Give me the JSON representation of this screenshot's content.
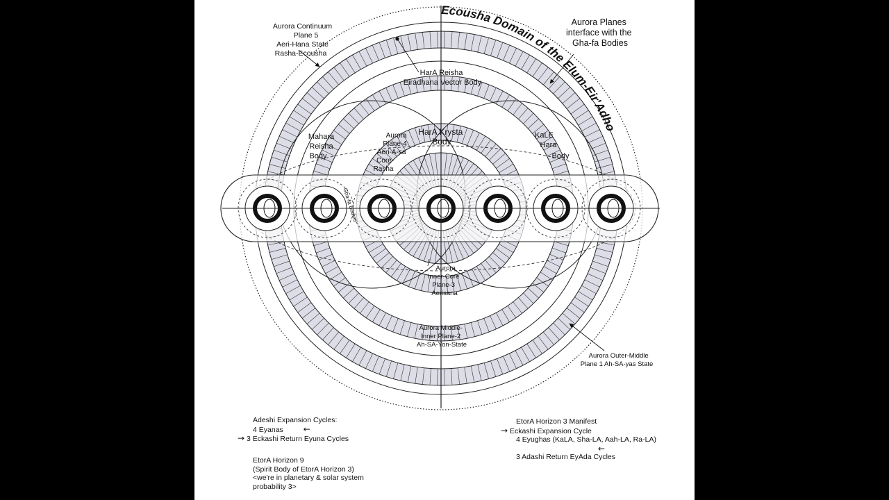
{
  "title": "Ecousha Domain of the Elum-Eir'Adhona Spirit Body",
  "interface_note": [
    "Aurora Planes",
    "interface with the",
    "Gha-fa Bodies"
  ],
  "continuum_label": [
    "Aurora Continuum",
    "Plane 5",
    "Aeri-Hana State",
    "Rasha-Ecousha"
  ],
  "hara_reisha": [
    "HarA Reisha",
    "Eiradhana Vector Body"
  ],
  "mahara": [
    "Mahara",
    "Reisha",
    "Body"
  ],
  "plane4": [
    "Aurora",
    "Plane-4",
    "Aeri-A-sa",
    "Core-",
    "Rasha"
  ],
  "krysta": [
    "HarA Krysta",
    "Body"
  ],
  "kale": [
    "KaLE",
    "Hara",
    "Body"
  ],
  "ghafa": "Gha-fa Bodies",
  "inner_core": [
    "Aurora",
    "Inner-Core",
    "Plane-3",
    "Aerisana"
  ],
  "middle_inner": [
    "Aurora Middle-",
    "Inner Plane-2",
    "Ah-SA-Yon-State"
  ],
  "outer_middle": [
    "Aurora Outer-Middle",
    "Plane 1 Ah-SA-yas State"
  ],
  "adeshi": {
    "title": "Adeshi Expansion Cycles:",
    "line1": "4 Eyanas",
    "line2": "3 Eckashi Return Eyuna Cycles",
    "arrow_left": "←",
    "arrow_right": "→"
  },
  "etora9": [
    "EtorA Horizon 9",
    "(Spirit Body of EtorA Horizon 3)",
    "<we're in planetary & solar system",
    "probability 3>"
  ],
  "etora3": {
    "title": "EtorA Horizon 3 Manifest",
    "line1": "Eckashi Expansion Cycle",
    "line2": "4 Eyughas (KaLA, Sha-LA, Aah-LA, Ra-LA)",
    "line3": "3 Adashi Return EyAda Cycles",
    "arrow_right": "→",
    "arrow_left": "←"
  },
  "colors": {
    "band_fill": "#dcdde6",
    "line": "#222222",
    "background": "#ffffff"
  }
}
